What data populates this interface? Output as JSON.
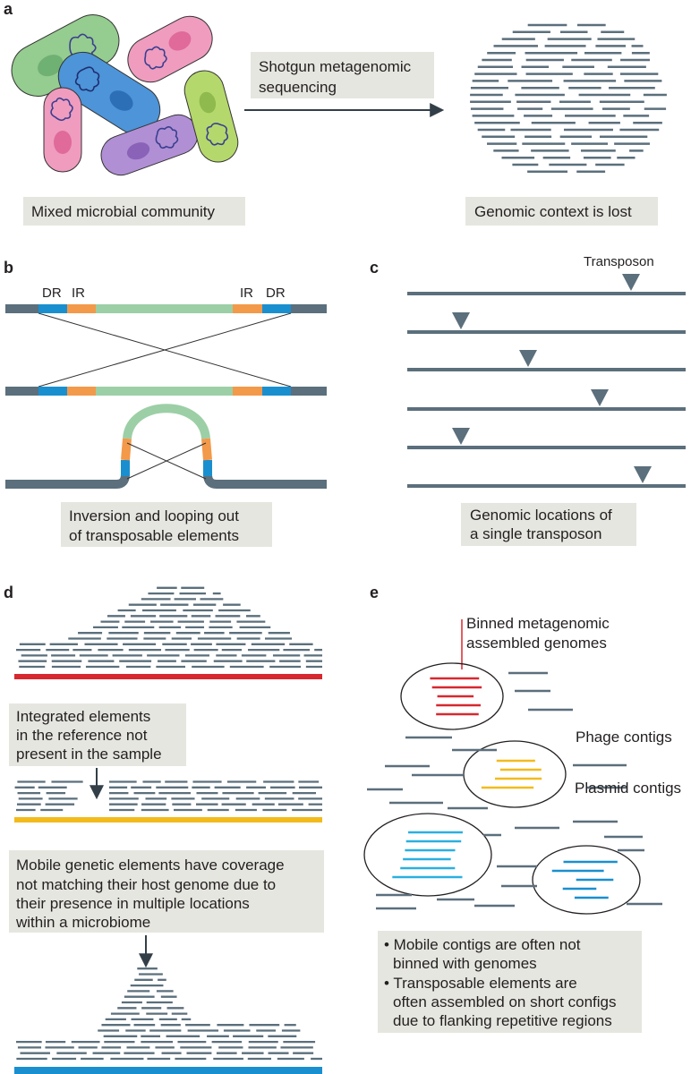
{
  "colors": {
    "read": "#5b6f7c",
    "caption_box": "#e6e6e0",
    "red": "#d7282f",
    "yellow": "#f2bb1d",
    "blue": "#1a8fcf",
    "light_blue": "#2bb0e0",
    "green_element": "#9ccfa6",
    "orange": "#f3994a",
    "backbone": "#5b6f7c"
  },
  "panels": {
    "a": {
      "letter": "a",
      "arrow_label": [
        "Shotgun metagenomic",
        "sequencing"
      ],
      "left_caption": "Mixed microbial community",
      "right_caption": "Genomic context is lost"
    },
    "b": {
      "letter": "b",
      "labels": [
        "DR",
        "IR",
        "IR",
        "DR"
      ],
      "caption": [
        "Inversion and looping out",
        "of transposable elements"
      ]
    },
    "c": {
      "letter": "c",
      "top_label": "Transposon",
      "caption": [
        "Genomic locations of",
        "a single transposon"
      ]
    },
    "d": {
      "letter": "d",
      "caption1": [
        "Integrated elements",
        "in the reference not",
        "present in the sample"
      ],
      "caption2": [
        "Mobile genetic elements have coverage",
        "not matching their host genome due to",
        "their presence in multiple locations",
        "within a microbiome"
      ]
    },
    "e": {
      "letter": "e",
      "binned_label": [
        "Binned metagenomic",
        "assembled genomes"
      ],
      "phage_label": "Phage contigs",
      "plasmid_label": "Plasmid contigs",
      "notes": [
        "• Mobile contigs are often not",
        "binned with genomes",
        "• Transposable elements are",
        "often assembled on short configs",
        "due to flanking repetitive regions"
      ]
    }
  }
}
